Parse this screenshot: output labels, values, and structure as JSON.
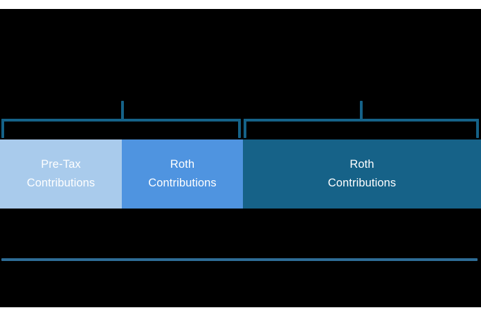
{
  "figure": {
    "background_color": "#000000",
    "page_color": "#ffffff",
    "accent_color": "#156288"
  },
  "brackets": [
    {
      "name": "left-bracket",
      "tick_icon": "bracket-tick-icon",
      "label": ""
    },
    {
      "name": "right-bracket",
      "tick_icon": "bracket-tick-icon",
      "label": ""
    }
  ],
  "segments": [
    {
      "id": "pretax",
      "line1": "Pre-Tax",
      "line2": "Contributions",
      "color": "#a9cbec"
    },
    {
      "id": "roth-1",
      "line1": "Roth",
      "line2": "Contributions",
      "color": "#4f94e0"
    },
    {
      "id": "roth-2",
      "line1": "Roth",
      "line2": "Contributions",
      "color": "#166288"
    }
  ],
  "axis": {
    "name": "baseline-rule",
    "color": "#2e6d96"
  }
}
